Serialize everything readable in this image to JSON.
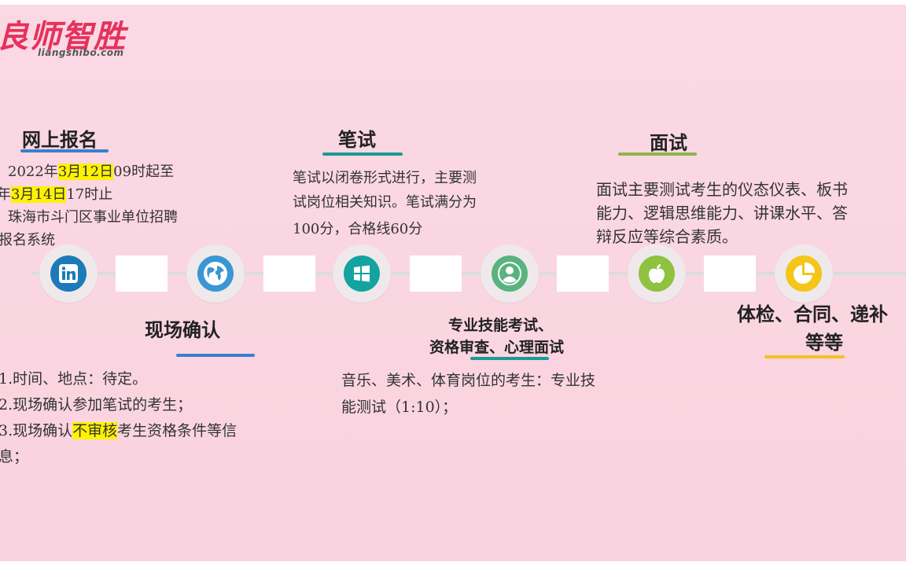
{
  "logo": {
    "cn": "良师智胜",
    "en": "liangshibo.com"
  },
  "stages": {
    "online_signup": {
      "title": "网上报名",
      "line1_pre": "、2022年",
      "line1_date": "3月12日",
      "line1_post": "09时起至",
      "line2_pre": "年",
      "line2_date": "3月14日",
      "line2_post": "17时止",
      "line3": "、珠海市斗门区事业单位招聘",
      "line4": "报名系统"
    },
    "written": {
      "title": "笔试",
      "lines": [
        "笔试以闭卷形式进行，主要测",
        "试岗位相关知识。笔试满分为",
        "100分，合格线60分"
      ]
    },
    "interview": {
      "title": "面试",
      "lines": [
        "面试主要测试考生的仪态仪表、板书",
        "能力、逻辑思维能力、讲课水平、答",
        "辩反应等综合素质。"
      ]
    },
    "onsite_confirm": {
      "title": "现场确认",
      "line1": "1.时间、地点：待定。",
      "line2": "2.现场确认参加笔试的考生；",
      "line3_pre": "3.现场确认",
      "line3_hl": "不审核",
      "line3_post": "考生资格条件等信",
      "line4": "息；"
    },
    "skills": {
      "title_line1": "专业技能考试、",
      "title_line2": "资格审查、心理面试",
      "lines": [
        "音乐、美术、体育岗位的考生：专业技",
        "能测试（1:10）；"
      ]
    },
    "final": {
      "title_line1": "体检、合同、递补",
      "title_line2": "等等"
    }
  },
  "colors": {
    "linkedin": "#1b7bb8",
    "globe": "#3b96d4",
    "windows": "#14a3a0",
    "person": "#59b37f",
    "apple": "#8ec23f",
    "chart": "#f5c518",
    "underline_blue": "#3a7fd0",
    "underline_teal": "#1a9a96",
    "underline_green": "#8ab54a",
    "underline_yellow": "#f3c21a"
  },
  "icons": [
    "linkedin-icon",
    "globe-icon",
    "windows-icon",
    "person-icon",
    "apple-icon",
    "pie-chart-icon"
  ]
}
